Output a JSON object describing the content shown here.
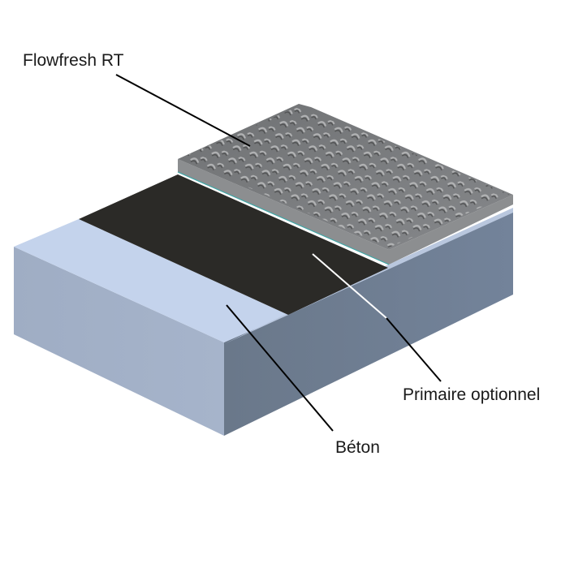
{
  "labels": {
    "top_coating": "Flowfresh RT",
    "primer": "Primaire optionnel",
    "substrate": "Béton"
  },
  "colors": {
    "concrete_top": "#c4d3ec",
    "concrete_front": "#a3b1c8",
    "concrete_right": "#6b7a8c",
    "primer_layer": "#2b2a27",
    "coating_top": "#7a7c7e",
    "coating_edge": "#8c8e90",
    "coating_bead_light": "#b8b9ba",
    "coating_bead_dark": "#4a4b4c",
    "primer_sheen": "#3fa6a6",
    "leader_dark": "#000000",
    "leader_light": "#ffffff"
  }
}
